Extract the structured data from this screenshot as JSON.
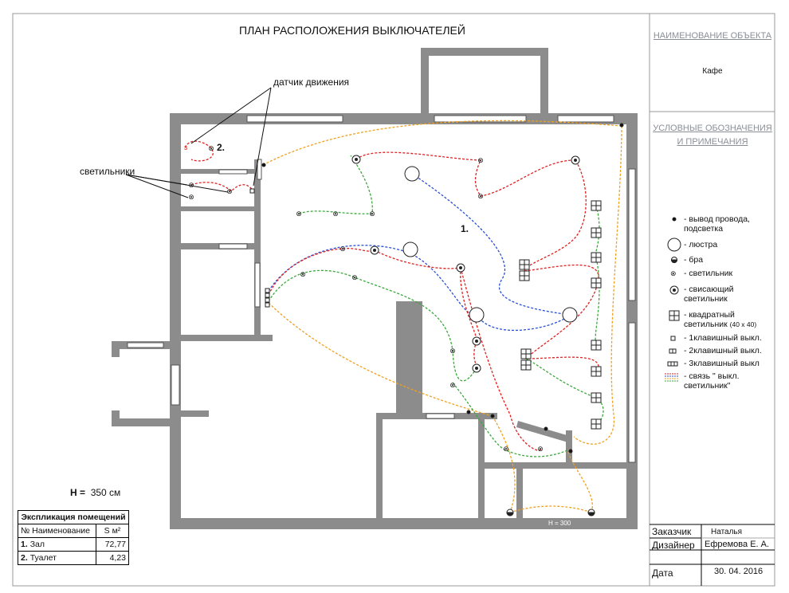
{
  "title": "ПЛАН РАСПОЛОЖЕНИЯ ВЫКЛЮЧАТЕЛЕЙ",
  "annotations": {
    "motion_sensor": "датчик движения",
    "lights": "светильники",
    "room1": "1.",
    "room2": "2.",
    "ceiling_height_label": "H =",
    "ceiling_height_value": "350 см",
    "small_height": "H = 300"
  },
  "object": {
    "header": "НАИМЕНОВАНИЕ ОБЪЕКТА",
    "name": "Кафе"
  },
  "legend": {
    "header": "УСЛОВНЫЕ ОБОЗНАЧЕНИЯ И ПРИМЕЧАНИЯ",
    "items": [
      {
        "symbol": "dot-icon",
        "text": "- вывод провода, подсветка"
      },
      {
        "symbol": "chandelier-icon",
        "text": "- люстра"
      },
      {
        "symbol": "sconce-icon",
        "text": "- бра"
      },
      {
        "symbol": "light-icon",
        "text": "- светильник"
      },
      {
        "symbol": "pendant-icon",
        "text": "- свисающий светильник"
      },
      {
        "symbol": "square-light-icon",
        "text": "- квадратный светильник",
        "note": "(40 х 40)"
      },
      {
        "symbol": "switch1-icon",
        "text": "- 1клавишный выкл."
      },
      {
        "symbol": "switch2-icon",
        "text": "- 2клавишный выкл."
      },
      {
        "symbol": "switch3-icon",
        "text": "- 3клавишный выкл"
      },
      {
        "symbol": "connection-icon",
        "text": "- связь \" выкл. светильник\""
      }
    ]
  },
  "explication": {
    "title": "Экспликация помещений",
    "col_no": "№ Наименование",
    "col_area": "S  м²",
    "rows": [
      {
        "no": "1.",
        "name": "Зал",
        "area": "72,77"
      },
      {
        "no": "2.",
        "name": "Туалет",
        "area": "4,23"
      }
    ]
  },
  "stamp": {
    "customer_label": "Заказчик",
    "customer_value": "Наталья",
    "designer_label": "Дизайнер",
    "designer_value": "Ефремова Е. А.",
    "date_label": "Дата",
    "date_value": "30. 04. 2016"
  },
  "colors": {
    "wall": "#8c8c8c",
    "red": "#e02020",
    "green": "#3aa83a",
    "blue": "#2a4fd8",
    "orange": "#f0a020"
  }
}
